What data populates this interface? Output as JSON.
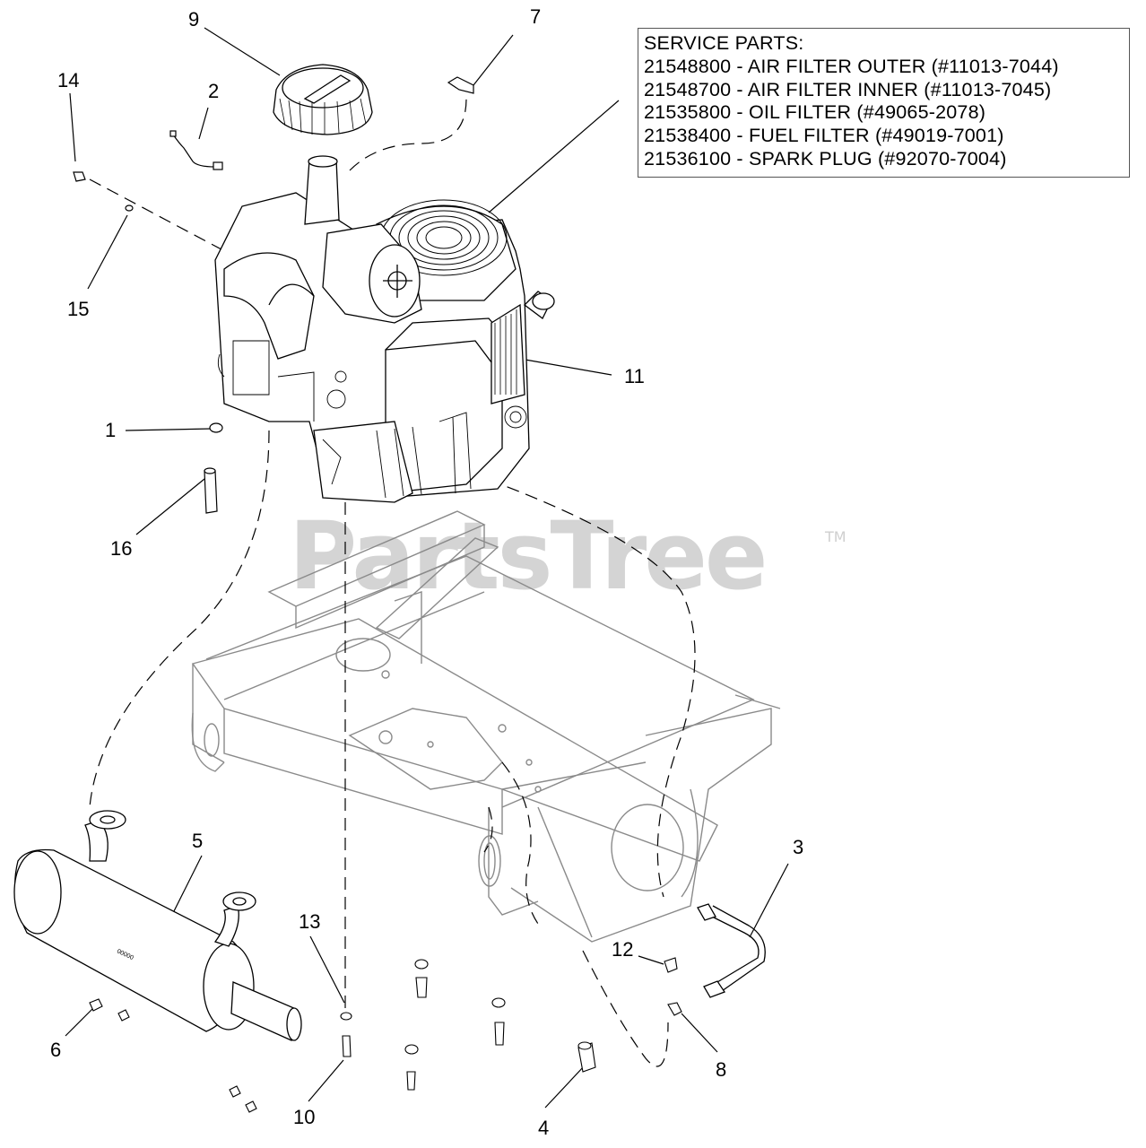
{
  "watermark": {
    "text": "PartsTree",
    "tm": "TM"
  },
  "service_parts": {
    "heading": "SERVICE PARTS:",
    "lines": [
      "21548800 - AIR FILTER OUTER (#11013-7044)",
      "21548700 - AIR FILTER INNER (#11013-7045)",
      "21535800 - OIL FILTER (#49065-2078)",
      "21538400 - FUEL FILTER (#49019-7001)",
      "21536100 - SPARK PLUG (#92070-7004)"
    ]
  },
  "callouts": {
    "c1": "1",
    "c2": "2",
    "c3": "3",
    "c4": "4",
    "c5": "5",
    "c6": "6",
    "c7": "7",
    "c8": "8",
    "c9": "9",
    "c10": "10",
    "c11": "11",
    "c12": "12",
    "c13": "13",
    "c14": "14",
    "c15": "15",
    "c16": "16"
  },
  "muffler_label": "00000",
  "colors": {
    "line": "#000000",
    "frame_line": "#8a8a8a",
    "watermark": "#d4d4d4"
  }
}
